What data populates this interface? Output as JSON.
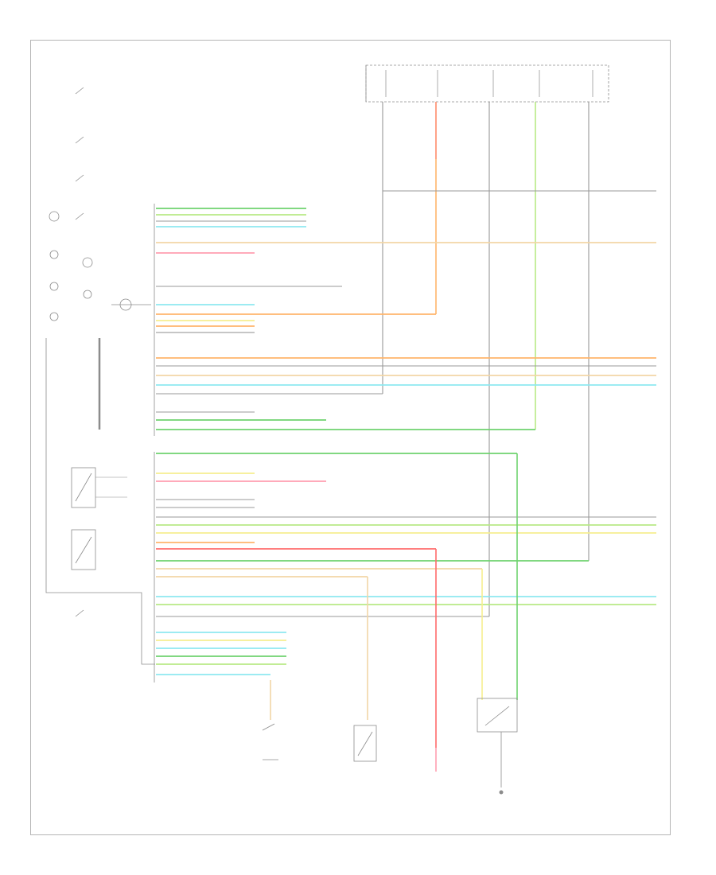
{
  "diagram": {
    "header": "",
    "footer": "",
    "left_components": [
      {
        "id": "fuse-glow",
        "label": ""
      },
      {
        "id": "cluster-1",
        "label": ""
      },
      {
        "id": "cluster-2",
        "label": ""
      }
    ],
    "fuse_blocks": [
      {
        "label": ""
      },
      {
        "label": ""
      },
      {
        "label": ""
      },
      {
        "label": ""
      },
      {
        "label": ""
      }
    ],
    "bottom_components": [
      {
        "label": ""
      },
      {
        "label": ""
      },
      {
        "label": ""
      },
      {
        "label": ""
      }
    ],
    "wire_colors": {
      "green": "#6fd36f",
      "light_green": "#b8e986",
      "cyan": "#8ee8f0",
      "orange": "#ffb56b",
      "red": "#ff6b6b",
      "pink": "#ff9eb0",
      "tan": "#f2d6a6",
      "yellow": "#f6ee90",
      "gray": "#9a9a9a",
      "dark": "#8c8c8c"
    }
  }
}
